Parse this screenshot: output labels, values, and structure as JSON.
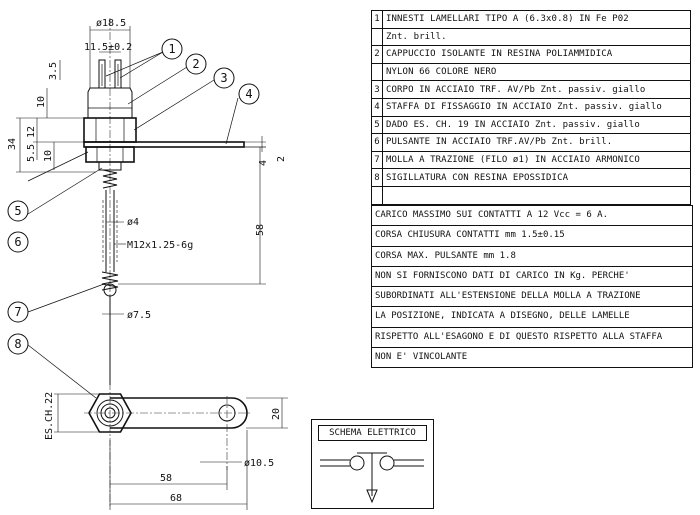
{
  "callouts": [
    "1",
    "2",
    "3",
    "4",
    "5",
    "6",
    "7",
    "8"
  ],
  "dimensions": {
    "d_18_5": "ø18.5",
    "d_11_5": "11.5±0.2",
    "v_3_5": "3.5",
    "v_10a": "10",
    "v_34": "34",
    "v_12": "12",
    "v_5_5": "5.5",
    "v_10b": "10",
    "v_4": "4",
    "v_2": "2",
    "d_4": "ø4",
    "thread": "M12x1.25-6g",
    "v_58": "58",
    "d_7_5": "ø7.5",
    "es_ch": "ES.CH.22",
    "v_20": "20",
    "d_10_5": "ø10.5",
    "h_58": "58",
    "h_68": "68"
  },
  "parts": [
    {
      "num": "1",
      "lines": [
        "INNESTI LAMELLARI TIPO A (6.3x0.8) IN Fe P02",
        "Znt. brill."
      ]
    },
    {
      "num": "2",
      "lines": [
        "CAPPUCCIO ISOLANTE IN RESINA POLIAMMIDICA",
        "NYLON 66 COLORE NERO"
      ]
    },
    {
      "num": "3",
      "lines": [
        "CORPO IN ACCIAIO TRF. AV/Pb Znt. passiv. giallo"
      ]
    },
    {
      "num": "4",
      "lines": [
        "STAFFA DI FISSAGGIO IN ACCIAIO Znt. passiv. giallo"
      ]
    },
    {
      "num": "5",
      "lines": [
        "DADO ES. CH. 19 IN ACCIAIO Znt. passiv. giallo"
      ]
    },
    {
      "num": "6",
      "lines": [
        "PULSANTE IN ACCIAIO TRF.AV/Pb Znt. brill."
      ]
    },
    {
      "num": "7",
      "lines": [
        "MOLLA A TRAZIONE (FILO ø1) IN ACCIAIO ARMONICO"
      ]
    },
    {
      "num": "8",
      "lines": [
        "SIGILLATURA CON RESINA EPOSSIDICA"
      ]
    }
  ],
  "notes": [
    "CARICO MASSIMO SUI CONTATTI A 12 Vcc = 6 A.",
    "CORSA CHIUSURA CONTATTI mm 1.5±0.15",
    "CORSA MAX. PULSANTE mm 1.8",
    "NON SI FORNISCONO DATI DI CARICO IN Kg. PERCHE'",
    "SUBORDINATI ALL'ESTENSIONE DELLA MOLLA A TRAZIONE",
    "LA POSIZIONE, INDICATA A DISEGNO, DELLE LAMELLE",
    "RISPETTO ALL'ESAGONO E DI QUESTO RISPETTO ALLA STAFFA",
    "NON E' VINCOLANTE"
  ],
  "schema": {
    "title": "SCHEMA ELETTRICO"
  }
}
